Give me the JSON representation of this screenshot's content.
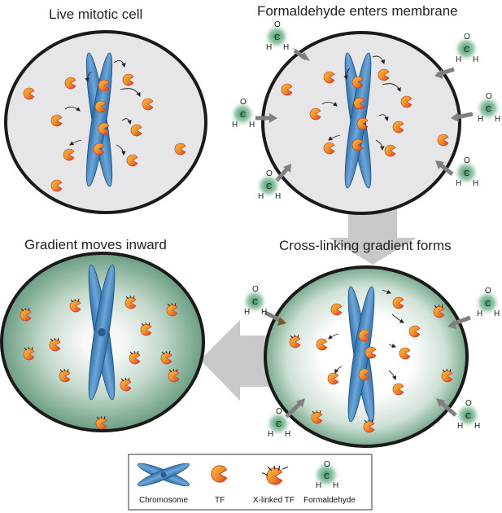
{
  "panels": {
    "live": {
      "title": "Live mitotic cell"
    },
    "enters": {
      "title": "Formaldehyde enters membrane"
    },
    "gradient": {
      "title": "Cross-linking gradient forms"
    },
    "inward": {
      "title": "Gradient moves inward"
    }
  },
  "legend": {
    "chromosome": "Chromosome",
    "tf": "TF",
    "xlinked_tf": "X-linked TF",
    "formaldehyde": "Formaldehyde"
  },
  "molecule_atoms": {
    "oxygen": "O",
    "carbon": "C",
    "hydrogen": "H"
  },
  "colors": {
    "cell_fill": "#e6e6e8",
    "cell_border": "#1a1a1a",
    "chromosome": "#4a8ac6",
    "tf_orange": "#f0a030",
    "tf_red": "#e0452b",
    "formaldehyde_glow": "#2e8b57",
    "gradient_green": "#7cae94",
    "arrow_gray": "#7f7f7f",
    "big_arrow_gray": "#c8c8c8"
  }
}
